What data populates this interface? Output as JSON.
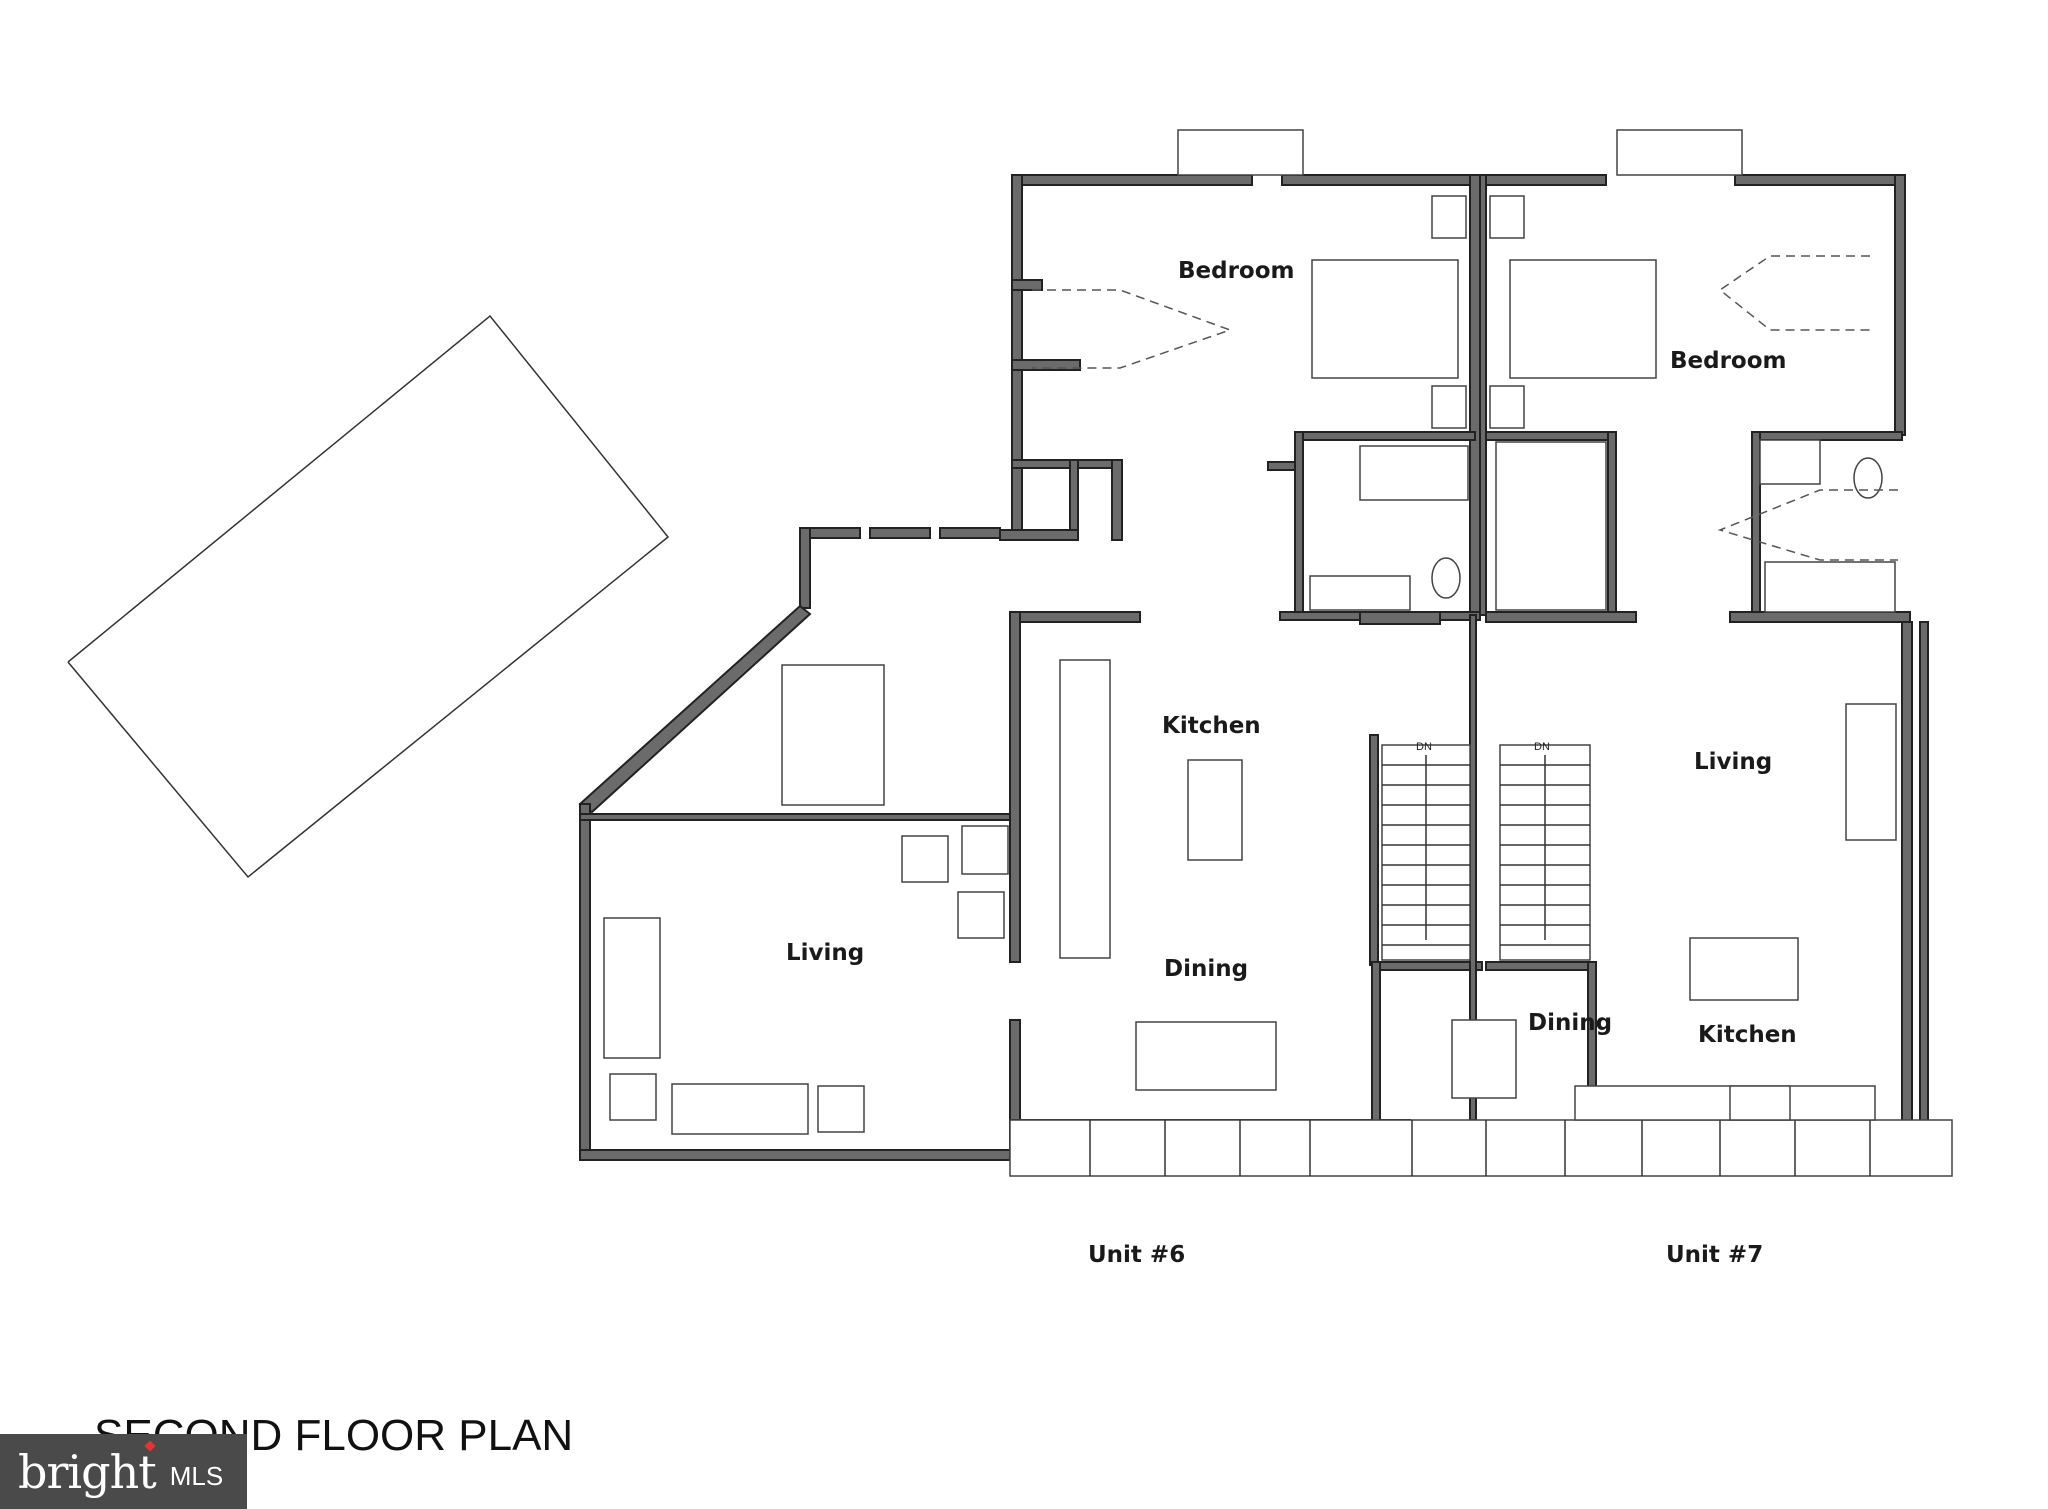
{
  "title": "SECOND FLOOR PLAN",
  "units": [
    {
      "name": "Unit #6",
      "rooms": [
        "Bedroom",
        "Kitchen",
        "Living",
        "Dining"
      ]
    },
    {
      "name": "Unit #7",
      "rooms": [
        "Bedroom",
        "Living",
        "Dining",
        "Kitchen"
      ]
    }
  ],
  "stairs": [
    "DN",
    "DN"
  ],
  "logo": {
    "text": "bright",
    "suffix": "MLS"
  },
  "colors": {
    "wall": "#6b6b6b",
    "line": "#333333",
    "accent": "#e3342f"
  }
}
